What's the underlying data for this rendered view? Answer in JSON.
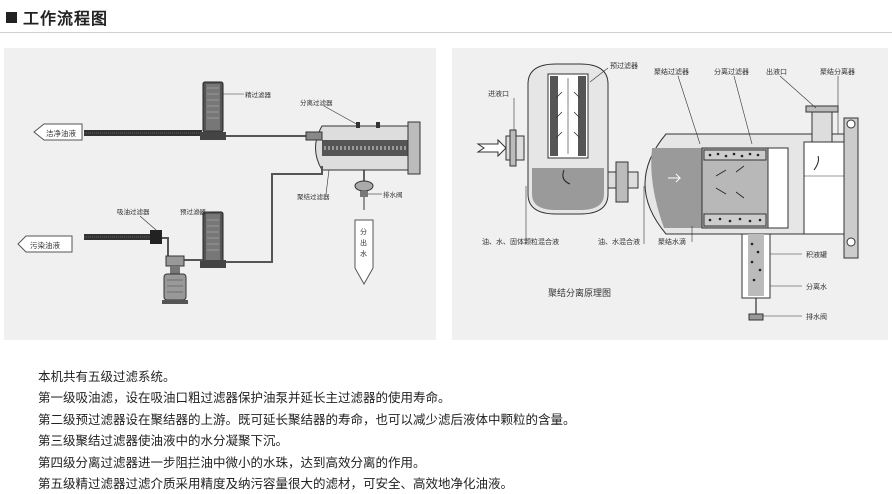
{
  "header": {
    "title": "工作流程图"
  },
  "left_diagram": {
    "label_clean_oil": "洁净油液",
    "label_dirty_oil": "污染油液",
    "label_fine_filter": "精过滤器",
    "label_sep_filter": "分离过滤器",
    "label_coal_filter": "聚结过滤器",
    "label_drain_valve": "排水阀",
    "label_separated_water": "分出水",
    "label_coarse_filter": "吸油过滤器",
    "label_pre_filter": "预过滤器"
  },
  "right_diagram": {
    "caption": "聚结分离原理图",
    "label_inlet": "进液口",
    "label_pre_filter": "预过滤器",
    "label_coal_filter": "聚结过滤器",
    "label_sep_filter": "分离过滤器",
    "label_outlet": "出液口",
    "label_separator": "聚结分离器",
    "label_mix_in": "油、水、固体颗粒混合液",
    "label_mix_oil_water": "油、水混合液",
    "label_coal_water": "聚结水滴",
    "label_water_tank": "积液罐",
    "label_sep_water": "分离水",
    "label_drain_valve": "排水阀"
  },
  "description": {
    "lines": [
      "本机共有五级过滤系统。",
      "第一级吸油滤，设在吸油口粗过滤器保护油泵并延长主过滤器的使用寿命。",
      "第二级预过滤器设在聚结器的上游。既可延长聚结器的寿命，也可以减少滤后液体中颗粒的含量。",
      "第三级聚结过滤器使油液中的水分凝聚下沉。",
      "第四级分离过滤器进一步阻拦油中微小的水珠，达到高效分离的作用。",
      "第五级精过滤器过滤介质采用精度及纳污容量很大的滤材，可安全、高效地净化油液。"
    ]
  }
}
